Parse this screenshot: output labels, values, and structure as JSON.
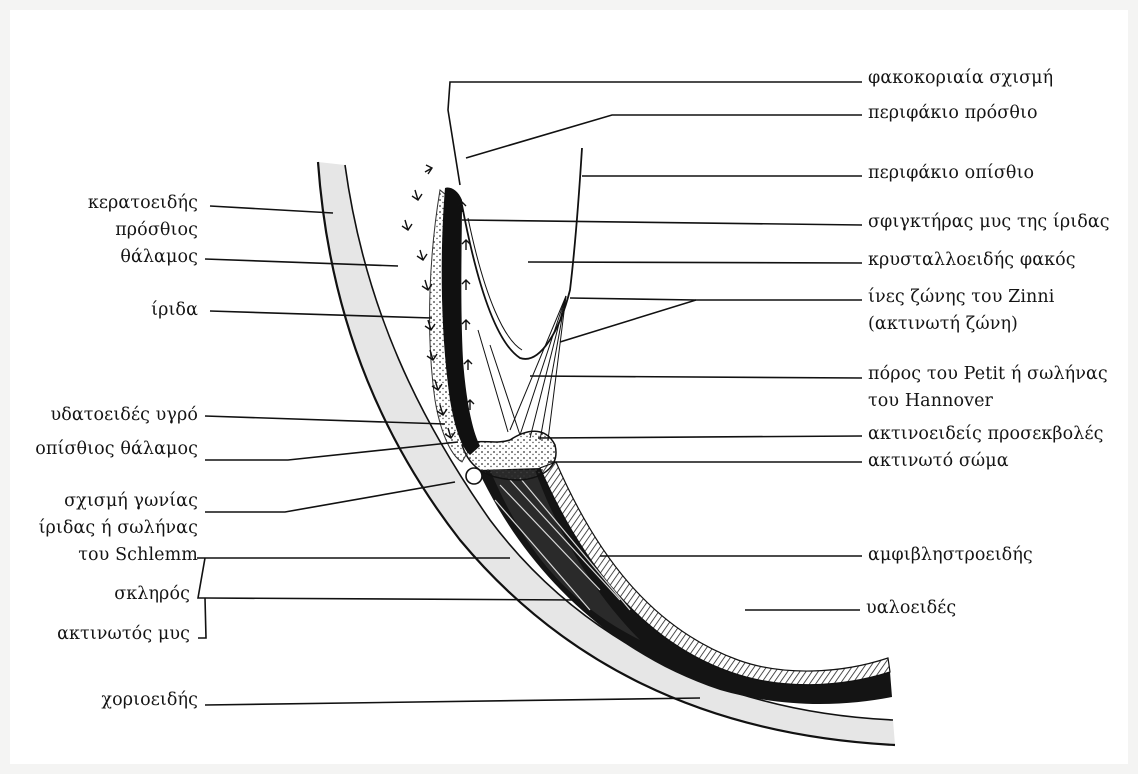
{
  "labels_left": {
    "cornea": "κερατοειδής",
    "anterior_chamber_1": "πρόσθιος",
    "anterior_chamber_2": "θάλαμος",
    "iris": "ίριδα",
    "aqueous": "υδατοειδές υγρό",
    "posterior_chamber": "οπίσθιος θάλαμος",
    "angle_1": "σχισμή γωνίας",
    "angle_2": "ίριδας ή σωλήνας",
    "angle_3": "του Schlemm",
    "sclera": "σκληρός",
    "ciliary_muscle": "ακτινωτός μυς",
    "choroid": "χοριοειδής"
  },
  "labels_right": {
    "lens_iris_gap": "φακοκοριαία σχισμή",
    "anterior_capsule": "περιφάκιο πρόσθιο",
    "posterior_capsule": "περιφάκιο οπίσθιο",
    "sphincter": "σφιγκτήρας μυς της ίριδας",
    "lens": "κρυσταλλοειδής φακός",
    "zonule_1": "ίνες ζώνης του Zinni",
    "zonule_2": "(ακτινωτή ζώνη)",
    "petit_1": "πόρος του Petit ή σωλήνας",
    "petit_2": "του Hannover",
    "ciliary_processes": "ακτινοειδείς προσεκβολές",
    "ciliary_body": "ακτινωτό σώμα",
    "retina": "αμφιβληστροειδής",
    "vitreous": "υαλοειδές"
  }
}
